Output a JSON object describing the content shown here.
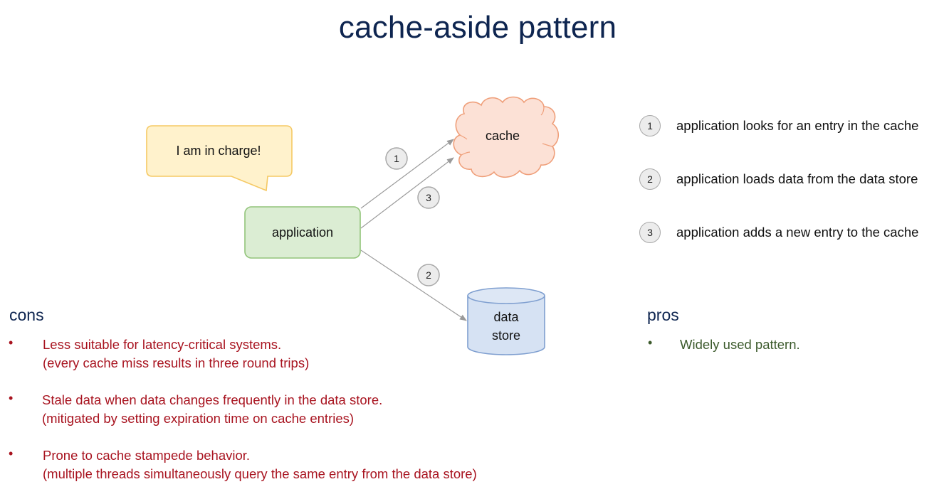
{
  "title": "cache-aside pattern",
  "diagram": {
    "speech_bubble": {
      "text": "I am in charge!"
    },
    "nodes": {
      "application": {
        "label": "application"
      },
      "cache": {
        "label": "cache"
      },
      "data_store": {
        "label_line1": "data",
        "label_line2": "store"
      }
    },
    "arrows": [
      {
        "id": 1,
        "from": "application",
        "to": "cache",
        "badge": "1"
      },
      {
        "id": 3,
        "from": "application",
        "to": "cache",
        "badge": "3"
      },
      {
        "id": 2,
        "from": "application",
        "to": "data_store",
        "badge": "2"
      }
    ],
    "colors": {
      "bubble_fill": "#fff2cc",
      "bubble_stroke": "#f5c964",
      "app_fill": "#dbedd3",
      "app_stroke": "#92c47a",
      "cache_fill": "#fce1d6",
      "cache_stroke": "#ef9f7a",
      "store_fill": "#d6e2f3",
      "store_stroke": "#7f9fd0",
      "arrow": "#9a9a9a"
    }
  },
  "legend": [
    {
      "number": "1",
      "text": "application looks for an entry in the cache"
    },
    {
      "number": "2",
      "text": "application loads data from the data store"
    },
    {
      "number": "3",
      "text": "application adds a new entry to the cache"
    }
  ],
  "cons": {
    "heading": "cons",
    "bullet": "•",
    "items": [
      {
        "line1": "Less suitable for latency-critical systems.",
        "line2": "(every cache miss results in three round trips)"
      },
      {
        "line1": "Stale data when data changes frequently in the data store.",
        "line2": "(mitigated by setting expiration time on cache entries)"
      },
      {
        "line1": "Prone to cache stampede behavior.",
        "line2": "(multiple threads simultaneously query the same entry from the data store)"
      }
    ]
  },
  "pros": {
    "heading": "pros",
    "bullet": "•",
    "items": [
      {
        "line1": "Widely used pattern."
      }
    ]
  }
}
